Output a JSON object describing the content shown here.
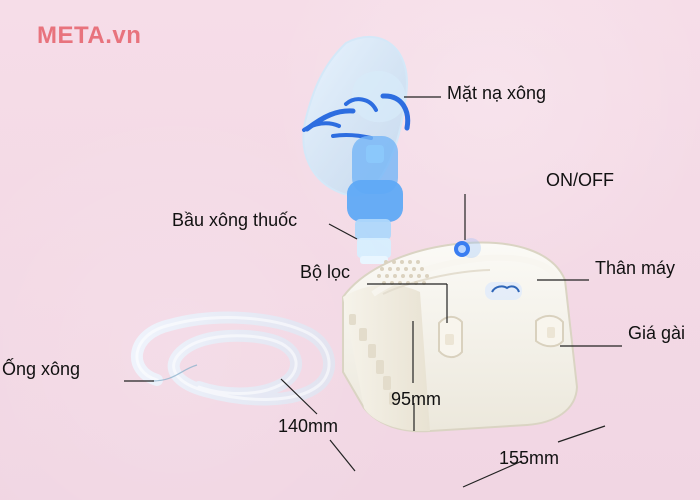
{
  "logo": {
    "brand": "META",
    "suffix": ".vn"
  },
  "labels": {
    "mask": "Mặt nạ xông",
    "power": "ON/OFF",
    "chamber": "Bầu xông thuốc",
    "filter": "Bộ lọc",
    "body": "Thân máy",
    "clip": "Giá gài",
    "tube": "Ống xông"
  },
  "dimensions": {
    "height": "95mm",
    "depth": "140mm",
    "width": "155mm"
  },
  "colors": {
    "background": "#f3d9e6",
    "device": "#f4f1e7",
    "mask": "#cbe3f7",
    "mask_blue": "#2d6de0",
    "button": "#3a7df1",
    "logo": "#e8737d"
  }
}
